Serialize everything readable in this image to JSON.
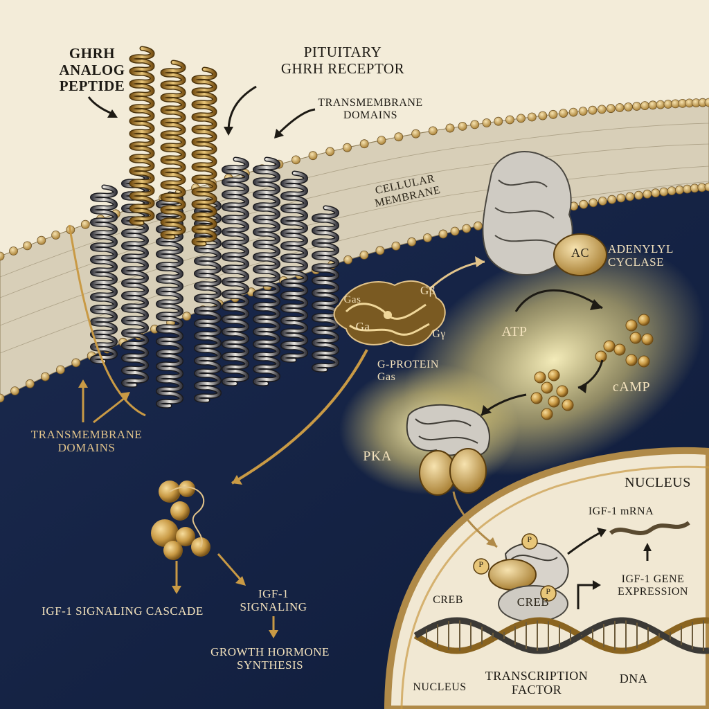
{
  "labels": {
    "ghrh_analog": [
      "GHRH",
      "ANALOG",
      "PEPTIDE"
    ],
    "pituitary_receptor": [
      "PITUITARY",
      "GHRH RECEPTOR"
    ],
    "transmembrane_top": [
      "TRANSMEMBRANE",
      "DOMAINS"
    ],
    "cellular_membrane": [
      "CELLULAR",
      "MEMBRANE"
    ],
    "transmembrane_left": [
      "TRANSMEMBRANE",
      "DOMAINS"
    ],
    "adenylyl_cyclase": [
      "ADENYLYL",
      "CYCLASE"
    ],
    "ac_badge": "AC",
    "gas_top": "Gas",
    "g_beta": "Gβ",
    "g_alpha": "Ga",
    "g_gamma": "Gγ",
    "g_protein": [
      "G-PROTEIN",
      "Gas"
    ],
    "atp": "ATP",
    "camp": "cAMP",
    "pka": "PKA",
    "nucleus_top": "NUCLEUS",
    "igf1_mrna": "IGF-1 mRNA",
    "igf1_gene_expression": [
      "IGF-1 GENE",
      "EXPRESSION"
    ],
    "creb_left": "CREB",
    "creb_center": "CREB",
    "p_badge": "P",
    "transcription_factor": [
      "TRANSCRIPTION",
      "FACTOR"
    ],
    "dna": "DNA",
    "nucleus_bottom": "NUCLEUS",
    "igf1_cascade": "IGF-1 SIGNALING CASCADE",
    "igf1_signaling": [
      "IGF-1",
      "SIGNALING"
    ],
    "gh_synthesis": [
      "GROWTH HORMONE",
      "SYNTHESIS"
    ]
  },
  "colors": {
    "background": "#f3ecd9",
    "cytoplasm": "#142347",
    "gold": "#c99a45",
    "membrane": "#d8cfb8",
    "nucleus": "#f1e8d3",
    "glow": "#fff3b0"
  }
}
